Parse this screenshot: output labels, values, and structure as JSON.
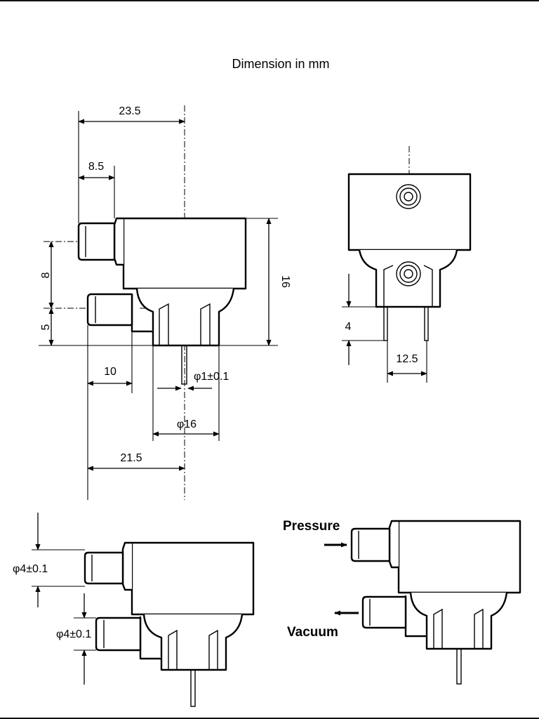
{
  "title": "Dimension in mm",
  "dimensions": {
    "d23_5": "23.5",
    "d8_5": "8.5",
    "d8": "8",
    "d5": "5",
    "d16": "16",
    "d10": "10",
    "phi1": "φ1±0.1",
    "phi16": "φ16",
    "d21_5": "21.5",
    "d4": "4",
    "d12_5": "12.5",
    "phi4_top": "φ4±0.1",
    "phi4_bottom": "φ4±0.1"
  },
  "ports": {
    "pressure": "Pressure",
    "vacuum": "Vacuum"
  }
}
